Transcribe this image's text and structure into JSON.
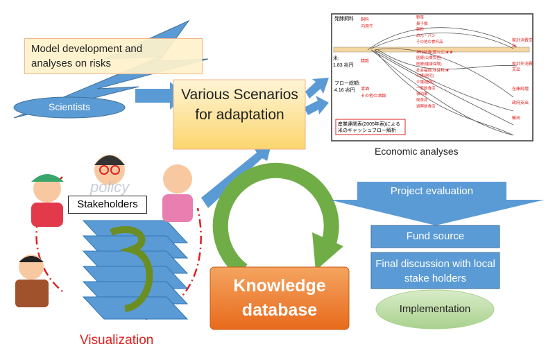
{
  "scientists": {
    "label": "Scientists",
    "task": "Model development and analyses on risks"
  },
  "scenarios": {
    "label": "Various Scenarios for adaptation"
  },
  "economic": {
    "caption": "Economic analyses",
    "chart_title": "発酵飼料",
    "rice_value": "米:\n1.83 兆円",
    "flow_total": "フロー総額:\n4.16 兆円",
    "source_note": "産業連関表(2005年表)による\n米のキャッシュフロー解析",
    "left_labels": [
      "飼料",
      "内用牛",
      "清酒",
      "その他の酒類",
      "精穀"
    ],
    "middle_labels": [
      "野菜",
      "菓子類",
      "穀粉",
      "その他の食料品",
      "めん・パン",
      "学校給食(国公立)★★",
      "医療(公費負担)",
      "医療(健康保険)",
      "社会福祉(非営利)★",
      "介護(居宅)",
      "介護(施設)",
      "一般飲食店",
      "宿泊業",
      "喫茶店",
      "遊興飲食店"
    ],
    "right_labels": [
      "家計消費支出",
      "家計外消費支出",
      "在庫純増",
      "政府支出",
      "輸出"
    ]
  },
  "stakeholders": {
    "label": "Stakeholders",
    "watermark": "policy"
  },
  "knowledge": {
    "label": "Knowledge database"
  },
  "evaluation": {
    "steps": [
      "Project evaluation",
      "Fund source",
      "Final discussion with local stake holders",
      "Implementation"
    ]
  },
  "visualization": {
    "label": "Visualization"
  },
  "colors": {
    "blue": "#5b9bd5",
    "orange": "#ed7d31",
    "green": "#70ad47",
    "red": "#e02020",
    "note_yellow": "#fff2cc"
  }
}
